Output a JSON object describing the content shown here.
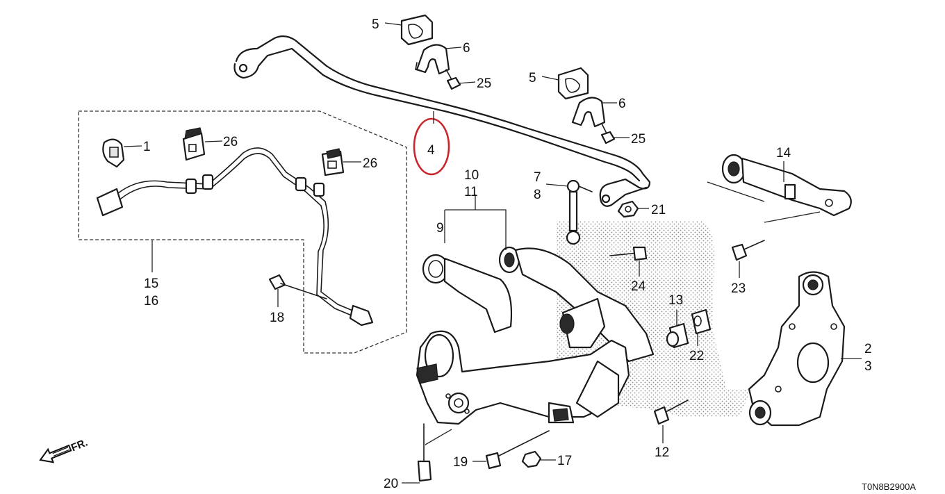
{
  "diagram": {
    "callouts": {
      "c1": "1",
      "c2": "2",
      "c3": "3",
      "c4": "4",
      "c5a": "5",
      "c5b": "5",
      "c6a": "6",
      "c6b": "6",
      "c7": "7",
      "c8": "8",
      "c9": "9",
      "c10": "10",
      "c11": "11",
      "c12": "12",
      "c13": "13",
      "c14": "14",
      "c15": "15",
      "c16": "16",
      "c17": "17",
      "c18": "18",
      "c19": "19",
      "c20": "20",
      "c21": "21",
      "c22": "22",
      "c23": "23",
      "c24": "24",
      "c25a": "25",
      "c25b": "25",
      "c26a": "26",
      "c26b": "26"
    },
    "direction_label": "FR.",
    "drawing_code": "T0N8B2900A",
    "highlight_color": "#c8262c"
  }
}
